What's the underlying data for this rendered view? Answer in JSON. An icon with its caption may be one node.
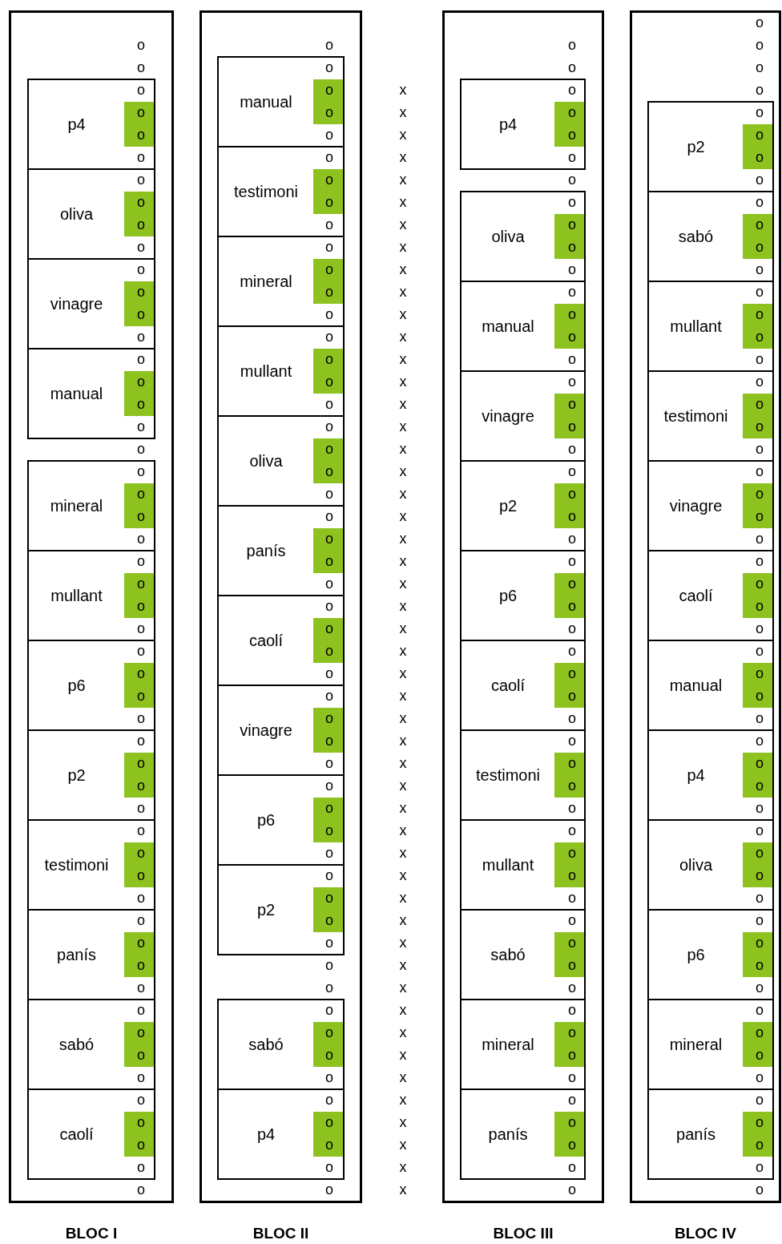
{
  "diagram": {
    "nodes": [
      {
        "text": [
          "BLOC I"
        ]
      },
      {
        "text": [
          "p4",
          "o",
          "o",
          "o",
          "o"
        ],
        "in": 0
      },
      {
        "text": [
          "oliva",
          "o",
          "o",
          "o",
          "o"
        ],
        "in": 0
      },
      {
        "text": [
          "vinagre",
          "o",
          "o",
          "o",
          "o"
        ],
        "in": 0
      },
      {
        "text": [
          "manual",
          "o",
          "o",
          "o",
          "o"
        ],
        "in": 0
      },
      {
        "text": [
          "mineral",
          "o",
          "o",
          "o",
          "o"
        ],
        "in": 0
      },
      {
        "text": [
          "mullant",
          "o",
          "o",
          "o",
          "o"
        ],
        "in": 0
      },
      {
        "text": [
          "p6",
          "o",
          "o",
          "o",
          "o"
        ],
        "in": 0
      },
      {
        "text": [
          "p2",
          "o",
          "o",
          "o",
          "o"
        ],
        "in": 0
      },
      {
        "text": [
          "testimoni",
          "o",
          "o",
          "o",
          "o"
        ],
        "in": 0
      },
      {
        "text": [
          "panís",
          "o",
          "o",
          "o",
          "o"
        ],
        "in": 0
      },
      {
        "text": [
          "sabó",
          "o",
          "o",
          "o",
          "o"
        ],
        "in": 0
      },
      {
        "text": [
          "caolí",
          "o",
          "o",
          "o",
          "o"
        ],
        "in": 0
      },
      {
        "text": [
          "BLOC II"
        ]
      },
      {
        "text": [
          "manual",
          "o",
          "o",
          "o",
          "o"
        ],
        "in": 13
      },
      {
        "text": [
          "testimoni",
          "o",
          "o",
          "o",
          "o"
        ],
        "in": 13
      },
      {
        "text": [
          "mineral",
          "o",
          "o",
          "o",
          "o"
        ],
        "in": 13
      },
      {
        "text": [
          "mullant",
          "o",
          "o",
          "o",
          "o"
        ],
        "in": 13
      },
      {
        "text": [
          "oliva",
          "o",
          "o",
          "o",
          "o"
        ],
        "in": 13
      },
      {
        "text": [
          "panís",
          "o",
          "o",
          "o",
          "o"
        ],
        "in": 13
      },
      {
        "text": [
          "caolí",
          "o",
          "o",
          "o",
          "o"
        ],
        "in": 13
      },
      {
        "text": [
          "vinagre",
          "o",
          "o",
          "o",
          "o"
        ],
        "in": 13
      },
      {
        "text": [
          "p6",
          "o",
          "o",
          "o",
          "o"
        ],
        "in": 13
      },
      {
        "text": [
          "p2",
          "o",
          "o",
          "o",
          "o"
        ],
        "in": 13
      },
      {
        "text": [
          "sabó",
          "o",
          "o",
          "o",
          "o"
        ],
        "in": 13
      },
      {
        "text": [
          "p4",
          "o",
          "o",
          "o",
          "o"
        ],
        "in": 13
      },
      {
        "text": [
          "BLOC III"
        ]
      },
      {
        "text": [
          "p4",
          "o",
          "o",
          "o",
          "o"
        ],
        "in": 26
      },
      {
        "text": [
          "oliva",
          "o",
          "o",
          "o",
          "o"
        ],
        "in": 26
      },
      {
        "text": [
          "manual",
          "o",
          "o",
          "o",
          "o"
        ],
        "in": 26
      },
      {
        "text": [
          "vinagre",
          "o",
          "o",
          "o",
          "o"
        ],
        "in": 26
      },
      {
        "text": [
          "p2",
          "o",
          "o",
          "o",
          "o"
        ],
        "in": 26
      },
      {
        "text": [
          "p6",
          "o",
          "o",
          "o",
          "o"
        ],
        "in": 26
      },
      {
        "text": [
          "caolí",
          "o",
          "o",
          "o",
          "o"
        ],
        "in": 26
      },
      {
        "text": [
          "testimoni",
          "o",
          "o",
          "o",
          "o"
        ],
        "in": 26
      },
      {
        "text": [
          "mullant",
          "o",
          "o",
          "o",
          "o"
        ],
        "in": 26
      },
      {
        "text": [
          "sabó",
          "o",
          "o",
          "o",
          "o"
        ],
        "in": 26
      },
      {
        "text": [
          "mineral",
          "o",
          "o",
          "o",
          "o"
        ],
        "in": 26
      },
      {
        "text": [
          "panís",
          "o",
          "o",
          "o",
          "o"
        ],
        "in": 26
      },
      {
        "text": [
          "BLOC IV"
        ]
      },
      {
        "text": [
          "p2",
          "o",
          "o",
          "o",
          "o"
        ],
        "in": 39
      },
      {
        "text": [
          "sabó",
          "o",
          "o",
          "o",
          "o"
        ],
        "in": 39
      },
      {
        "text": [
          "mullant",
          "o",
          "o",
          "o",
          "o"
        ],
        "in": 39
      },
      {
        "text": [
          "testimoni",
          "o",
          "o",
          "o",
          "o"
        ],
        "in": 39
      },
      {
        "text": [
          "vinagre",
          "o",
          "o",
          "o",
          "o"
        ],
        "in": 39
      },
      {
        "text": [
          "caolí",
          "o",
          "o",
          "o",
          "o"
        ],
        "in": 39
      },
      {
        "text": [
          "manual",
          "o",
          "o",
          "o",
          "o"
        ],
        "in": 39
      },
      {
        "text": [
          "p4",
          "o",
          "o",
          "o",
          "o"
        ],
        "in": 39
      },
      {
        "text": [
          "oliva",
          "o",
          "o",
          "o",
          "o"
        ],
        "in": 39
      },
      {
        "text": [
          "p6",
          "o",
          "o",
          "o",
          "o"
        ],
        "in": 39
      },
      {
        "text": [
          "mineral",
          "o",
          "o",
          "o",
          "o"
        ],
        "in": 39
      },
      {
        "text": [
          "panís",
          "o",
          "o",
          "o",
          "o"
        ],
        "in": 39
      }
    ],
    "labels": [
      "o",
      "o",
      "o",
      "o",
      "o",
      "o",
      "o",
      "o",
      "o",
      "o",
      "o",
      "o",
      "o",
      "o",
      "o",
      "o",
      "o",
      "x",
      "x",
      "x",
      "x",
      "x",
      "x",
      "x",
      "x",
      "x",
      "x",
      "x",
      "x",
      "x",
      "x",
      "x",
      "x",
      "x",
      "x",
      "x",
      "x",
      "x",
      "x",
      "x",
      "x",
      "x",
      "x",
      "x",
      "x",
      "x",
      "x",
      "x",
      "x",
      "x",
      "x",
      "x",
      "x",
      "x",
      "x",
      "x",
      "x",
      "x",
      "x",
      "x",
      "x",
      "x",
      "x",
      "x",
      "x",
      "x",
      "x"
    ]
  }
}
